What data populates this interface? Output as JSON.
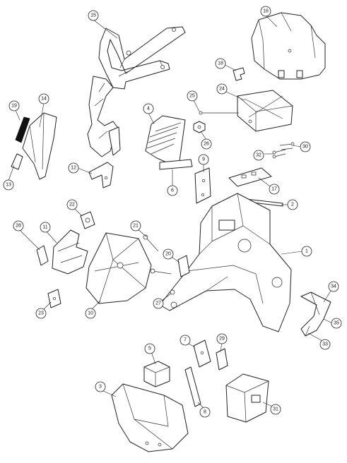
{
  "diagram": {
    "callouts": [
      {
        "id": "c15",
        "label": "15"
      },
      {
        "id": "c16",
        "label": "16"
      },
      {
        "id": "c18",
        "label": "18"
      },
      {
        "id": "c24",
        "label": "24"
      },
      {
        "id": "c25",
        "label": "25"
      },
      {
        "id": "c26",
        "label": "26"
      },
      {
        "id": "c32",
        "label": "32"
      },
      {
        "id": "c30",
        "label": "30"
      },
      {
        "id": "c14",
        "label": "14"
      },
      {
        "id": "c19",
        "label": "19"
      },
      {
        "id": "c13",
        "label": "13"
      },
      {
        "id": "c12",
        "label": "12"
      },
      {
        "id": "c4",
        "label": "4"
      },
      {
        "id": "c6",
        "label": "6"
      },
      {
        "id": "c9",
        "label": "9"
      },
      {
        "id": "c17",
        "label": "17"
      },
      {
        "id": "c2",
        "label": "2"
      },
      {
        "id": "c22",
        "label": "22"
      },
      {
        "id": "c28",
        "label": "28"
      },
      {
        "id": "c11",
        "label": "11"
      },
      {
        "id": "c21",
        "label": "21"
      },
      {
        "id": "c20",
        "label": "20"
      },
      {
        "id": "c1",
        "label": "1"
      },
      {
        "id": "c23",
        "label": "23"
      },
      {
        "id": "c10",
        "label": "10"
      },
      {
        "id": "c27",
        "label": "27"
      },
      {
        "id": "c34",
        "label": "34"
      },
      {
        "id": "c35",
        "label": "35"
      },
      {
        "id": "c33",
        "label": "33"
      },
      {
        "id": "c5",
        "label": "5"
      },
      {
        "id": "c7",
        "label": "7"
      },
      {
        "id": "c29",
        "label": "29"
      },
      {
        "id": "c3",
        "label": "3"
      },
      {
        "id": "c8",
        "label": "8"
      },
      {
        "id": "c31",
        "label": "31"
      }
    ]
  }
}
